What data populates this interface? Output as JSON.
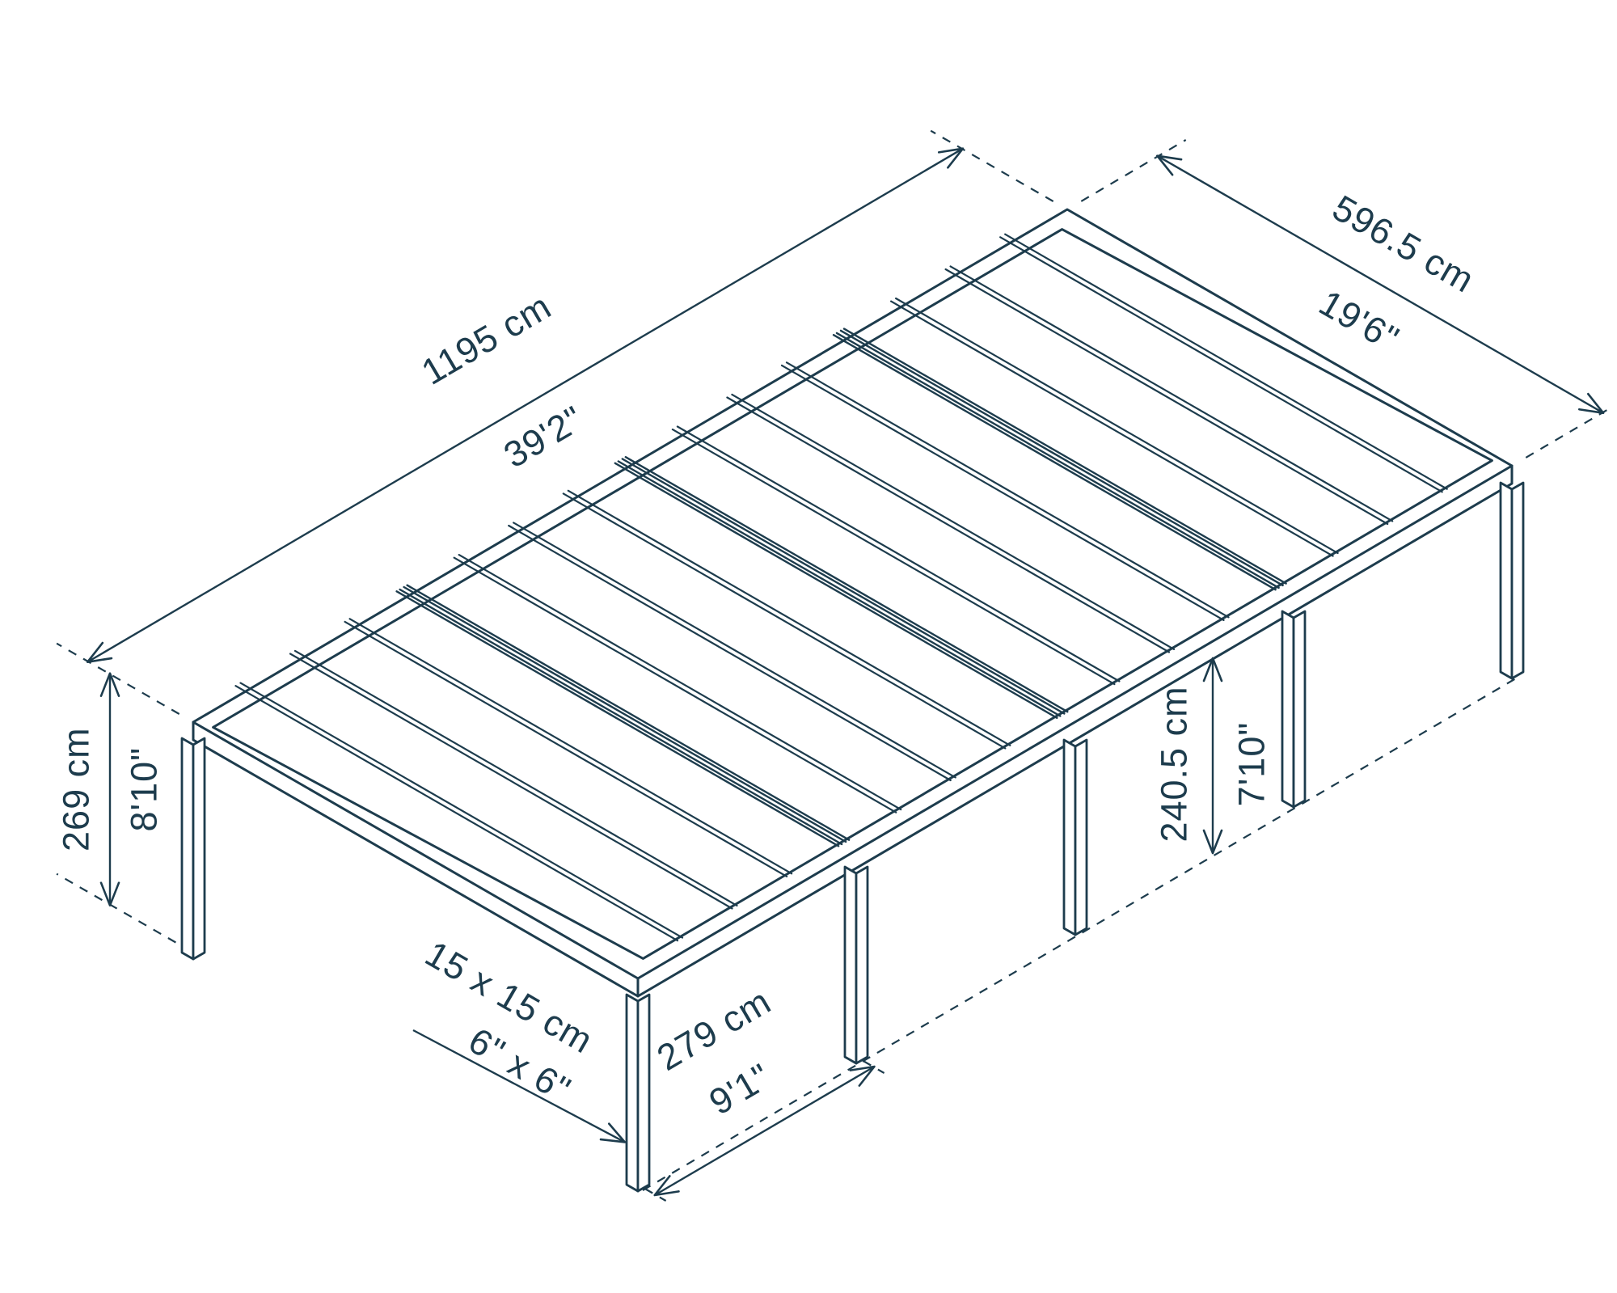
{
  "diagram": {
    "colors": {
      "line": "#1d3c4d",
      "text": "#1d3c4d",
      "background": "#ffffff"
    }
  },
  "dims": {
    "length": {
      "metric": "1195 cm",
      "imperial": "39'2\""
    },
    "width": {
      "metric": "596.5 cm",
      "imperial": "19'6\""
    },
    "back_height": {
      "metric": "269 cm",
      "imperial": "8'10\""
    },
    "clear_height": {
      "metric": "240.5 cm",
      "imperial": "7'10\""
    },
    "post_section": {
      "metric": "15 x 15 cm",
      "imperial": "6\" x 6\""
    },
    "post_spacing": {
      "metric": "279 cm",
      "imperial": "9'1\""
    }
  }
}
